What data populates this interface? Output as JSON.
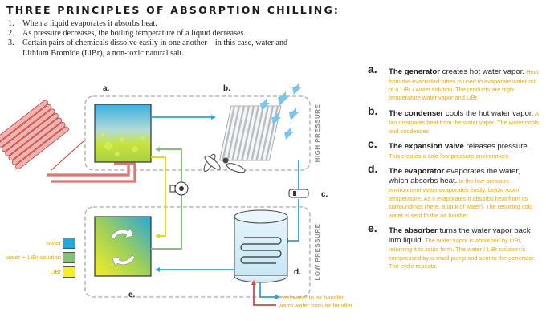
{
  "title": "THREE PRINCIPLES OF ABSORPTION CHILLING:",
  "principles": [
    {
      "num": "1.",
      "text": "When a liquid evaporates it absorbs heat."
    },
    {
      "num": "2.",
      "text": "As pressure decreases, the boiling temperature of a liquid decreases."
    },
    {
      "num": "3.",
      "text": "Certain pairs of chemicals dissolve easily in one another—in this case, water and Lithium Bromide (LiBr), a non-toxic natural salt."
    }
  ],
  "diagram_labels": {
    "a": "a.",
    "b": "b.",
    "c": "c.",
    "d": "d.",
    "e": "e.",
    "high_pressure": "HIGH PRESSURE",
    "low_pressure": "LOW PRESSURE"
  },
  "flows": {
    "cold_water": "cold water to air handler",
    "warm_water": "warm water from air handler"
  },
  "legend": [
    {
      "label": "water",
      "color": "#2aa5dc"
    },
    {
      "label": "water + LiBr solution",
      "color": "#86c07a"
    },
    {
      "label": "LiBr",
      "color": "#f4ee28"
    }
  ],
  "colors": {
    "water": "#2aa5dc",
    "solution": "#86c07a",
    "libr": "#f4ee28",
    "accent_text": "#f0a800",
    "tubes": "#e8a3a3",
    "tube_outline": "#c0392b",
    "hot_water": "#d64545"
  },
  "steps": [
    {
      "letter": "a.",
      "bold": "The generator",
      "normal": " creates hot water vapor.",
      "detail": " Heat from the evacuated tubes is used to evaporate water out of a LiBr / water solution. The products are high-temperature water vapor and LiBr."
    },
    {
      "letter": "b.",
      "bold": "The condenser",
      "normal": " cools the hot water vapor.",
      "detail": " A fan dissipates heat from the water vapor. The water cools and condenses."
    },
    {
      "letter": "c.",
      "bold": "The expansion valve",
      "normal": " releases pressure.",
      "detail": " This creates a cold low-pressure environment."
    },
    {
      "letter": "d.",
      "bold": "The evaporator",
      "normal": " evaporates the water, which absorbs heat.",
      "detail": " In the low-pressure environment water evaporates easily, below room temperature. As it evaporates it absorbs heat from its surroundings (here, a tank of water). The resulting cold water is sent to the air handler."
    },
    {
      "letter": "e.",
      "bold": "The absorber",
      "normal": " turns the water vapor back into liquid.",
      "detail": " The water vapor is absorbed by LiBr, returning it to liquid form. The water / LiBr solution is compressed by a small pump and sent to the generator. The cycle repeats."
    }
  ]
}
